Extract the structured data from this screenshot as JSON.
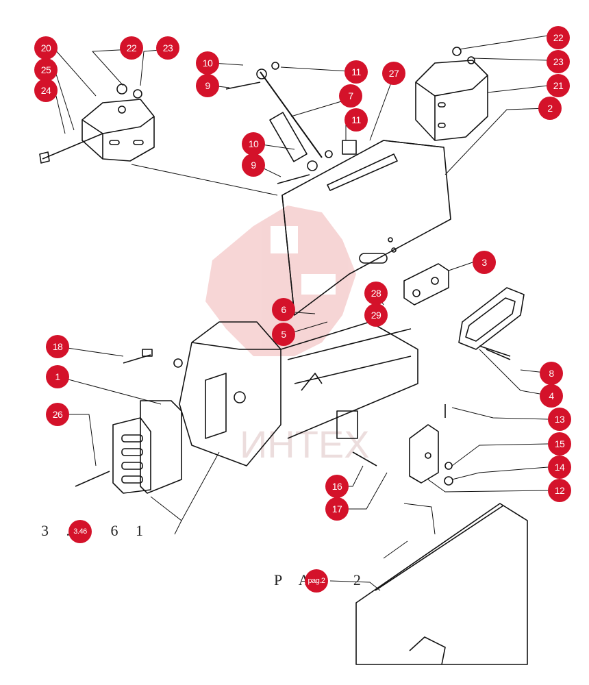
{
  "watermark": {
    "text": "ИНТЕХ",
    "color": "#e8a0a0"
  },
  "accent_color": "#d4122a",
  "callouts": {
    "c20": "20",
    "c22a": "22",
    "c23a": "23",
    "c25": "25",
    "c24": "24",
    "c10a": "10",
    "c9a": "9",
    "c11a": "11",
    "c27": "27",
    "c7": "7",
    "c11b": "11",
    "c10b": "10",
    "c9b": "9",
    "c22b": "22",
    "c23b": "23",
    "c21": "21",
    "c2": "2",
    "c3": "3",
    "c28": "28",
    "c29": "29",
    "c6": "6",
    "c5": "5",
    "c18": "18",
    "c1": "1",
    "c26": "26",
    "c8": "8",
    "c4": "4",
    "c13": "13",
    "c15": "15",
    "c14": "14",
    "c12": "12",
    "c16": "16",
    "c17": "17",
    "ref1": "3.46",
    "ref2": "pag.2"
  },
  "references": {
    "ref_a": "3 . 3.466 1",
    "ref_b": "P A pag.2 2"
  }
}
